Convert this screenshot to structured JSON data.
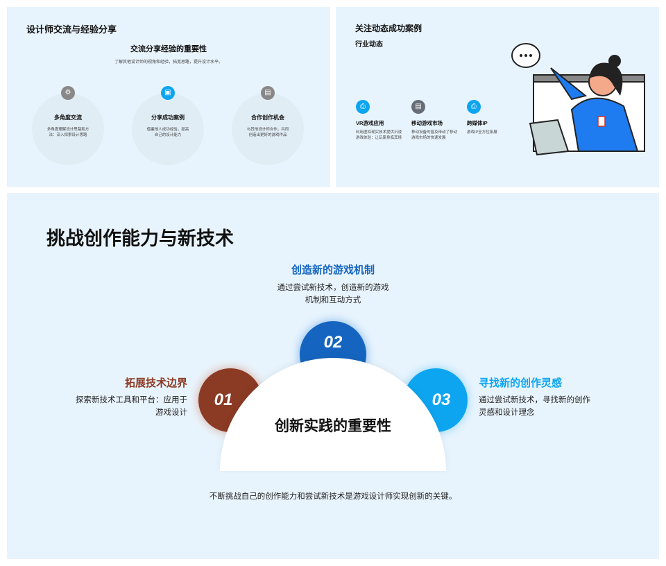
{
  "panel1": {
    "title": "设计师交流与经验分享",
    "heading": "交流分享经验的重要性",
    "subtitle": "了解其他设计师的视角和经验，拓宽思路，提升设计水平。",
    "cards": [
      {
        "icon": "gear-icon",
        "title": "多角度交流",
        "desc": "多角度理解设计思路和方法：深入探索设计思路"
      },
      {
        "icon": "image-icon",
        "title": "分享成功案例",
        "desc": "借鉴他人成功经验，提高自己的设计能力"
      },
      {
        "icon": "briefcase-icon",
        "title": "合作创作机会",
        "desc": "与其他设计师合作，共同创造出更好的游戏作品"
      }
    ]
  },
  "panel2": {
    "title": "关注动态成功案例",
    "subtitle": "行业动态",
    "items": [
      {
        "icon": "printer-icon",
        "title": "VR游戏应用",
        "desc": "利用虚拟现实技术提供沉浸游戏体验：让玩家身临其境"
      },
      {
        "icon": "clipboard-icon",
        "title": "移动游戏市场",
        "desc": "移动设备的普及带动了移动游戏市场的快速发展"
      },
      {
        "icon": "printer-icon",
        "title": "跨媒体IP",
        "desc": "游戏IP全方位拓展"
      }
    ]
  },
  "main": {
    "title": "挑战创作能力与新技术",
    "center": "创新实践的重要性",
    "footer": "不断挑战自己的创作能力和尝试新技术是游戏设计师实现创新的关键。",
    "items": [
      {
        "num": "01",
        "title": "拓展技术边界",
        "desc": "探索新技术工具和平台：应用于游戏设计",
        "color": "#8b3a24"
      },
      {
        "num": "02",
        "title": "创造新的游戏机制",
        "desc": "通过尝试新技术，创造新的游戏机制和互动方式",
        "color": "#1565c0"
      },
      {
        "num": "03",
        "title": "寻找新的创作灵感",
        "desc": "通过尝试新技术，寻找新的创作灵感和设计理念",
        "color": "#0ea5f0"
      }
    ]
  }
}
